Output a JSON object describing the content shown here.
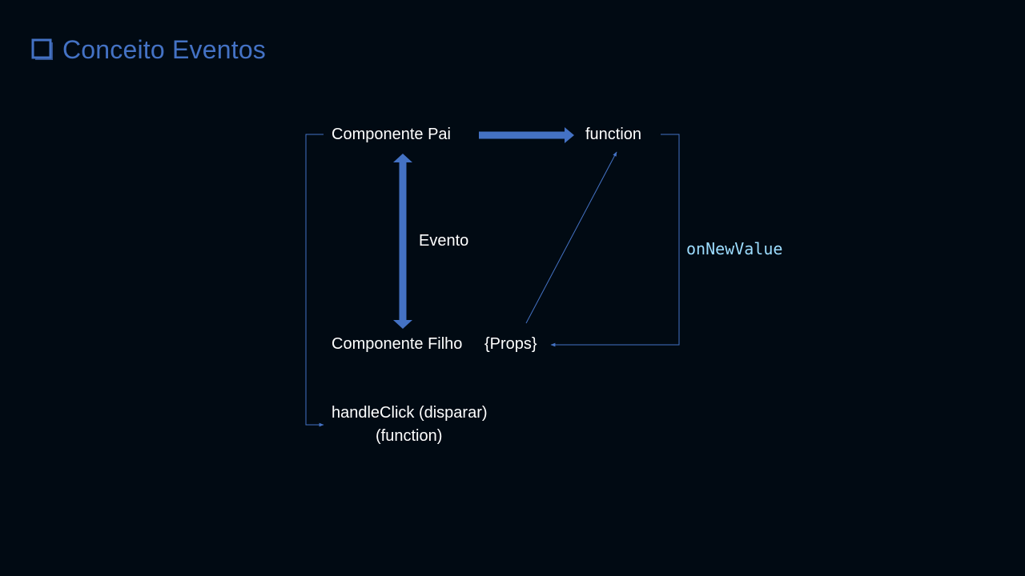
{
  "title": "Conceito Eventos",
  "colors": {
    "background": "#010a13",
    "accent": "#4472c4",
    "text": "#ffffff",
    "code": "#9cdcfe"
  },
  "nodes": {
    "parent": "Componente Pai",
    "function": "function",
    "event": "Evento",
    "child": "Componente Filho",
    "props": "{Props}",
    "callback": "onNewValue",
    "handler_line1": "handleClick (disparar)",
    "handler_line2": "(function)"
  }
}
